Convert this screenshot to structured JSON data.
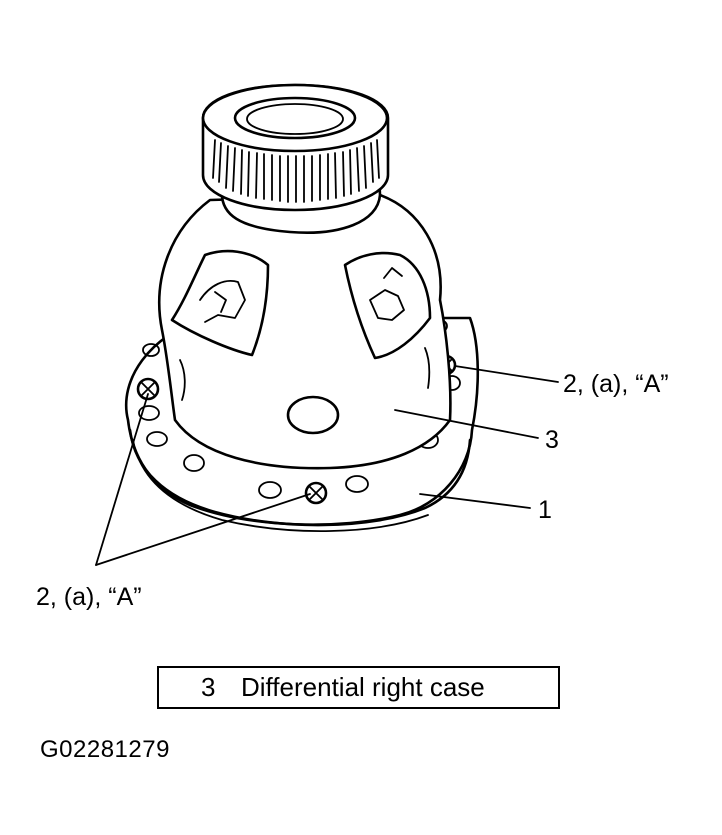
{
  "callouts": {
    "bolt_right": "2, (a), “A”",
    "case": "3",
    "flange": "1",
    "bolts_left": "2, (a), “A”"
  },
  "legend": {
    "number": "3",
    "label": "Differential right case"
  },
  "figure_id": "G02281279"
}
